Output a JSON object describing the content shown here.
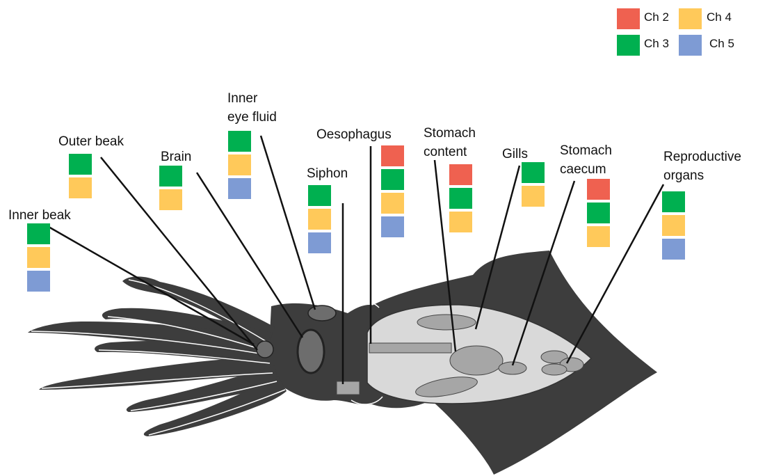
{
  "colors": {
    "Ch 2": "#ef6150",
    "Ch 3": "#00b050",
    "Ch 4": "#ffc95a",
    "Ch 5": "#7e9bd4",
    "body": "#3d3d3d",
    "body_highlight": "#ffffff",
    "mantle_inner": "#d9d9d9",
    "organ": "#a6a6a6"
  },
  "legend": [
    {
      "key": "Ch 2",
      "label": "Ch 2"
    },
    {
      "key": "Ch 4",
      "label": "Ch 4"
    },
    {
      "key": "Ch 3",
      "label": "Ch 3"
    },
    {
      "key": "Ch 5",
      "label": "Ch 5"
    }
  ],
  "tissues": [
    {
      "name": "Inner beak",
      "channels": [
        "Ch 3",
        "Ch 4",
        "Ch 5"
      ]
    },
    {
      "name": "Outer beak",
      "channels": [
        "Ch 3",
        "Ch 4"
      ]
    },
    {
      "name": "Brain",
      "channels": [
        "Ch 3",
        "Ch 4"
      ]
    },
    {
      "name": "Inner\neye fluid",
      "channels": [
        "Ch 3",
        "Ch 4",
        "Ch 5"
      ]
    },
    {
      "name": "Siphon",
      "channels": [
        "Ch 3",
        "Ch 4",
        "Ch 5"
      ]
    },
    {
      "name": "Oesophagus",
      "channels": [
        "Ch 2",
        "Ch 3",
        "Ch 4",
        "Ch 5"
      ]
    },
    {
      "name": "Stomach\ncontent",
      "channels": [
        "Ch 2",
        "Ch 3",
        "Ch 4"
      ]
    },
    {
      "name": "Gills",
      "channels": [
        "Ch 3",
        "Ch 4"
      ]
    },
    {
      "name": "Stomach\ncaecum",
      "channels": [
        "Ch 2",
        "Ch 3",
        "Ch 4"
      ]
    },
    {
      "name": "Reproductive\norgans",
      "channels": [
        "Ch 3",
        "Ch 4",
        "Ch 5"
      ]
    }
  ]
}
